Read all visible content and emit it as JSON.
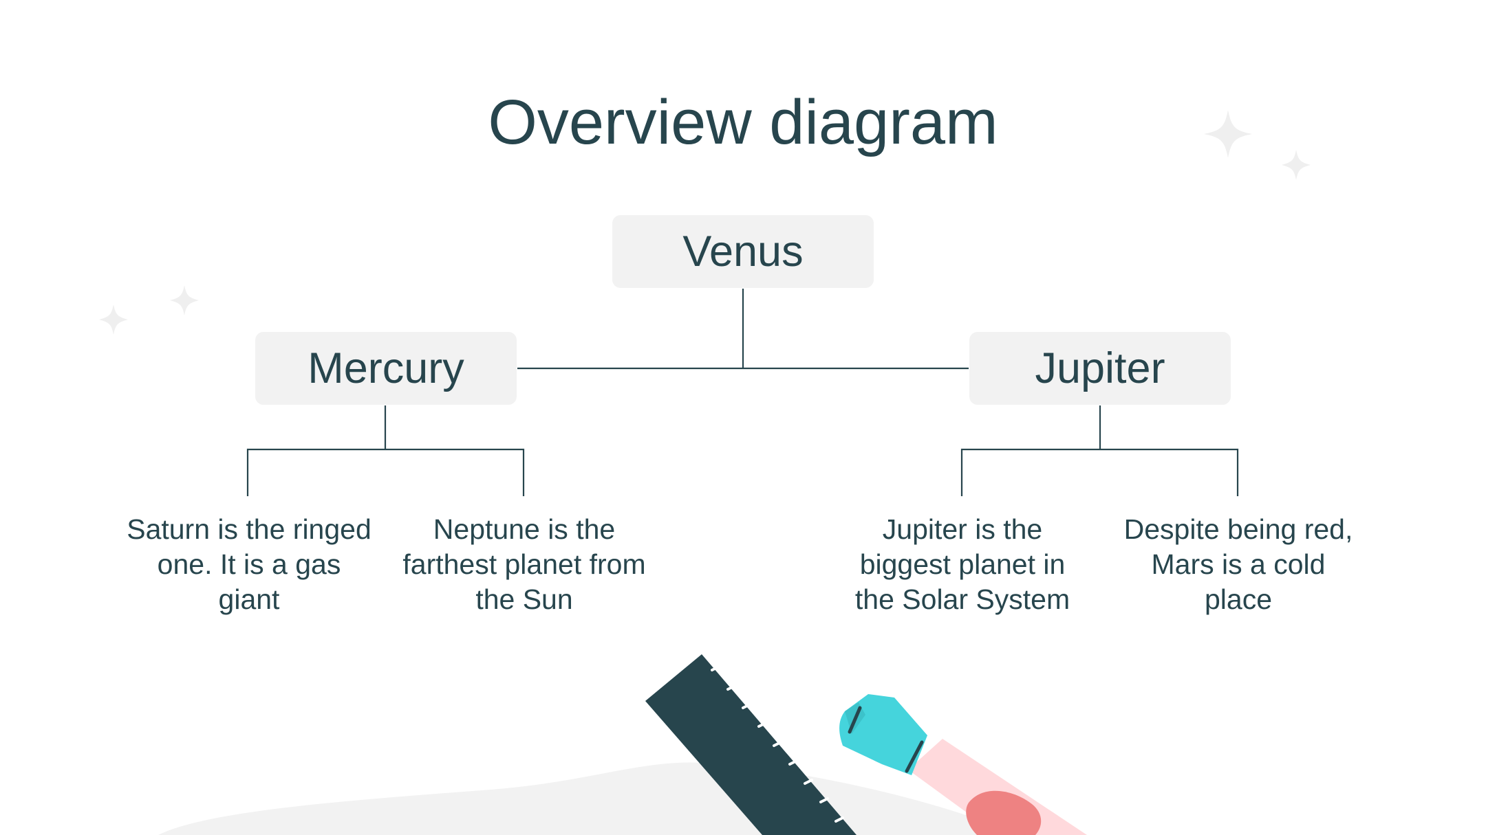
{
  "title": "Overview diagram",
  "nodes": {
    "root": "Venus",
    "left": "Mercury",
    "right": "Jupiter"
  },
  "leaves": [
    "Saturn is the ringed one. It is a gas giant",
    "Neptune is the farthest planet from the Sun",
    "Jupiter is the biggest planet in the Solar System",
    "Despite being red, Mars is a cold place"
  ],
  "colors": {
    "text": "#27454d",
    "node_fill": "#f2f2f2",
    "line": "#27454d",
    "ruler": "#27454d",
    "marker_cap": "#45d4dc",
    "marker_body": "#ffd9dc",
    "marker_tip": "#ee8282",
    "blob": "#f2f2f2",
    "sparkle": "#efefef"
  },
  "icons": [
    "sparkle-icon",
    "ruler-icon",
    "marker-icon"
  ]
}
